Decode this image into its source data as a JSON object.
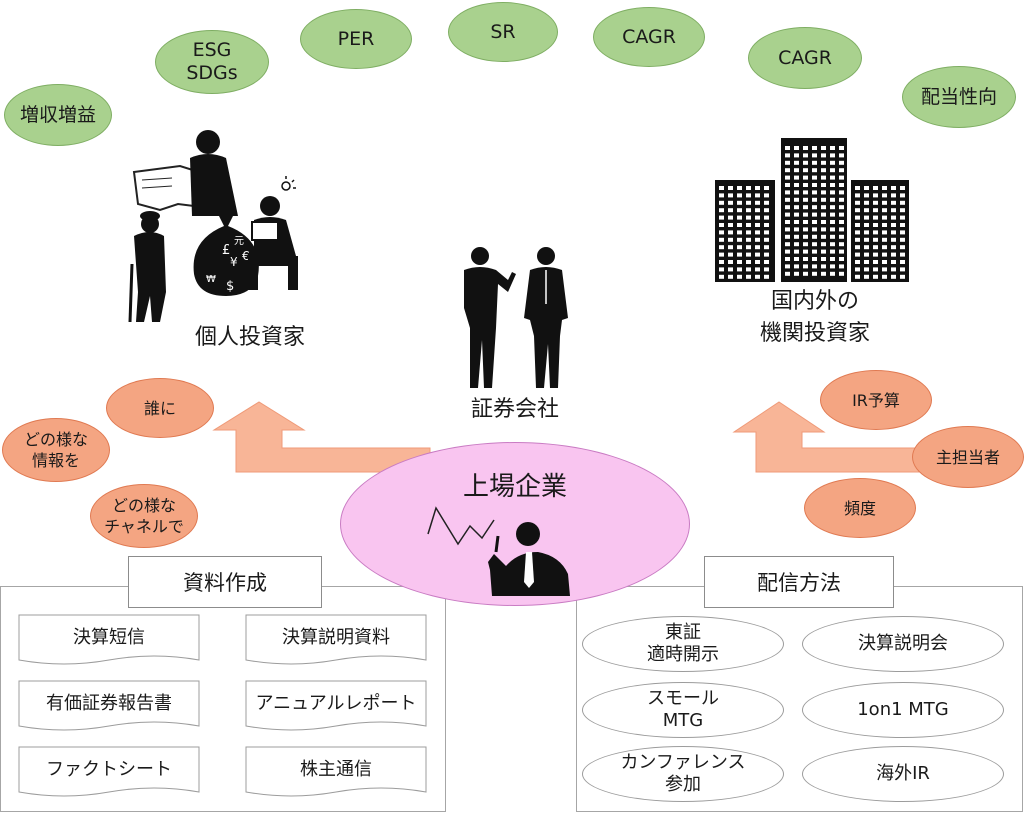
{
  "metrics": [
    "増収増益",
    "ESG\nSDGs",
    "PER",
    "SR",
    "CAGR",
    "CAGR",
    "配当性向"
  ],
  "groups": {
    "individual": "個人投資家",
    "securities": "証券会社",
    "institutional": "国内外の\n機関投資家",
    "listed_company": "上場企業"
  },
  "questions_left": [
    "誰に",
    "どの様な\n情報を",
    "どの様な\nチャネルで"
  ],
  "questions_right": [
    "IR予算",
    "主担当者",
    "頻度"
  ],
  "materials": {
    "title": "資料作成",
    "items": [
      "決算短信",
      "決算説明資料",
      "有価証券報告書",
      "アニュアルレポート",
      "ファクトシート",
      "株主通信"
    ]
  },
  "distribution": {
    "title": "配信方法",
    "items": [
      "東証\n適時開示",
      "決算説明会",
      "スモール\nMTG",
      "1on1 MTG",
      "カンファレンス\n参加",
      "海外IR"
    ]
  },
  "icon_glyphs": {
    "pound": "£",
    "yuan": "元",
    "yen": "¥",
    "euro": "€",
    "won": "₩",
    "dollar": "$"
  },
  "colors": {
    "green": "#a9d18e",
    "orange": "#f4a582",
    "pink": "#f9c5f0",
    "arrow": "#f8b597"
  }
}
